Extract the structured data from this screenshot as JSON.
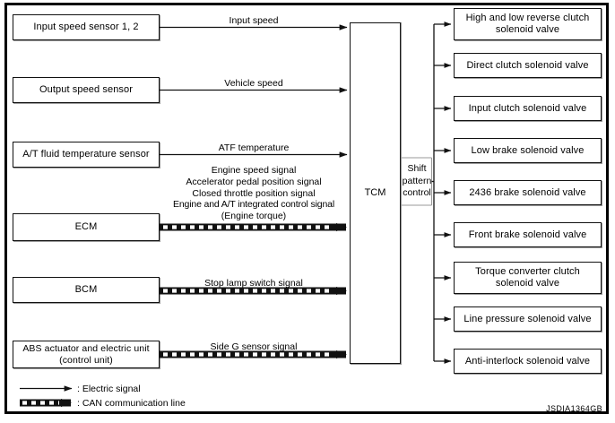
{
  "figure": {
    "id_code": "JSDIA1364GB",
    "colors": {
      "line": "#1a1a1a",
      "box_border": "#111111",
      "box_shadow": "#9a9a9a",
      "frame": "#000000",
      "background": "#ffffff"
    }
  },
  "inputs": [
    {
      "label": "Input speed sensor 1, 2",
      "signal": "Input speed",
      "line_type": "electric"
    },
    {
      "label": "Output speed sensor",
      "signal": "Vehicle speed",
      "line_type": "electric"
    },
    {
      "label": "A/T fluid temperature sensor",
      "signal": "ATF temperature",
      "line_type": "electric"
    },
    {
      "label": "ECM",
      "signal": "Engine speed signal\nAccelerator pedal position signal\nClosed throttle position signal\nEngine and A/T integrated control signal\n(Engine torque)",
      "line_type": "can"
    },
    {
      "label": "BCM",
      "signal": "Stop lamp switch signal",
      "line_type": "can"
    },
    {
      "label": "ABS actuator and electric unit (control unit)",
      "signal": "Side G sensor signal",
      "line_type": "can"
    }
  ],
  "ecm_signal_lines": [
    "Engine speed signal",
    "Accelerator pedal position signal",
    "Closed throttle position signal",
    "Engine and A/T integrated control signal",
    "(Engine torque)"
  ],
  "controller": {
    "label": "TCM",
    "function_label": "Shift\npattern\ncontrol",
    "function_lines": [
      "Shift",
      "pattern",
      "control"
    ]
  },
  "outputs": [
    {
      "label": "High and low reverse clutch solenoid valve",
      "lines": [
        "High and low reverse clutch",
        "solenoid valve"
      ]
    },
    {
      "label": "Direct clutch solenoid valve",
      "lines": [
        "Direct clutch solenoid valve"
      ]
    },
    {
      "label": "Input clutch solenoid valve",
      "lines": [
        "Input clutch solenoid valve"
      ]
    },
    {
      "label": "Low brake solenoid valve",
      "lines": [
        "Low brake solenoid valve"
      ]
    },
    {
      "label": "2436 brake solenoid valve",
      "lines": [
        "2436 brake solenoid valve"
      ]
    },
    {
      "label": "Front brake solenoid valve",
      "lines": [
        "Front brake solenoid valve"
      ]
    },
    {
      "label": "Torque converter clutch solenoid valve",
      "lines": [
        "Torque converter clutch",
        "solenoid valve"
      ]
    },
    {
      "label": "Line pressure solenoid valve",
      "lines": [
        "Line pressure solenoid valve"
      ]
    },
    {
      "label": "Anti-interlock solenoid valve",
      "lines": [
        "Anti-interlock solenoid valve"
      ]
    }
  ],
  "legend": [
    {
      "symbol": "solid-arrow",
      "text": ": Electric signal"
    },
    {
      "symbol": "dashed-can-arrow",
      "text": ": CAN communication line"
    }
  ]
}
